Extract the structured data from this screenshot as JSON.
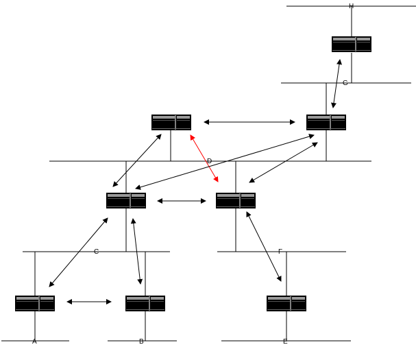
{
  "networks": [
    {
      "id": "A",
      "label": "A"
    },
    {
      "id": "B",
      "label": "B"
    },
    {
      "id": "C",
      "label": "C"
    },
    {
      "id": "D",
      "label": "D"
    },
    {
      "id": "E",
      "label": "E"
    },
    {
      "id": "F",
      "label": "F"
    },
    {
      "id": "G",
      "label": "G"
    },
    {
      "id": "H",
      "label": "H"
    }
  ],
  "devices": [
    {
      "id": "r1",
      "kind": "router"
    },
    {
      "id": "r2",
      "kind": "router"
    },
    {
      "id": "r3",
      "kind": "router"
    },
    {
      "id": "r4",
      "kind": "router"
    },
    {
      "id": "r5",
      "kind": "router"
    },
    {
      "id": "r6",
      "kind": "router"
    },
    {
      "id": "r7",
      "kind": "router"
    },
    {
      "id": "r8",
      "kind": "router"
    },
    {
      "id": "r9",
      "kind": "router"
    }
  ],
  "links": [
    {
      "from": "r8",
      "to": "r7",
      "color": "#000000"
    },
    {
      "from": "r5",
      "to": "r6",
      "color": "#000000"
    },
    {
      "from": "r5",
      "to": "r2",
      "color": "#ff0000"
    },
    {
      "from": "r5",
      "to": "r1",
      "color": "#000000"
    },
    {
      "from": "r6",
      "to": "r1",
      "color": "#000000"
    },
    {
      "from": "r6",
      "to": "r2",
      "color": "#000000"
    },
    {
      "from": "r1",
      "to": "r2",
      "color": "#000000"
    },
    {
      "from": "r1",
      "to": "r3",
      "color": "#000000"
    },
    {
      "from": "r1",
      "to": "r4",
      "color": "#000000"
    },
    {
      "from": "r3",
      "to": "r4",
      "color": "#000000"
    },
    {
      "from": "r2",
      "to": "r9",
      "color": "#000000"
    }
  ],
  "colors": {
    "line": "#000000",
    "highlight_link": "#ff0000",
    "device": "#000000"
  }
}
